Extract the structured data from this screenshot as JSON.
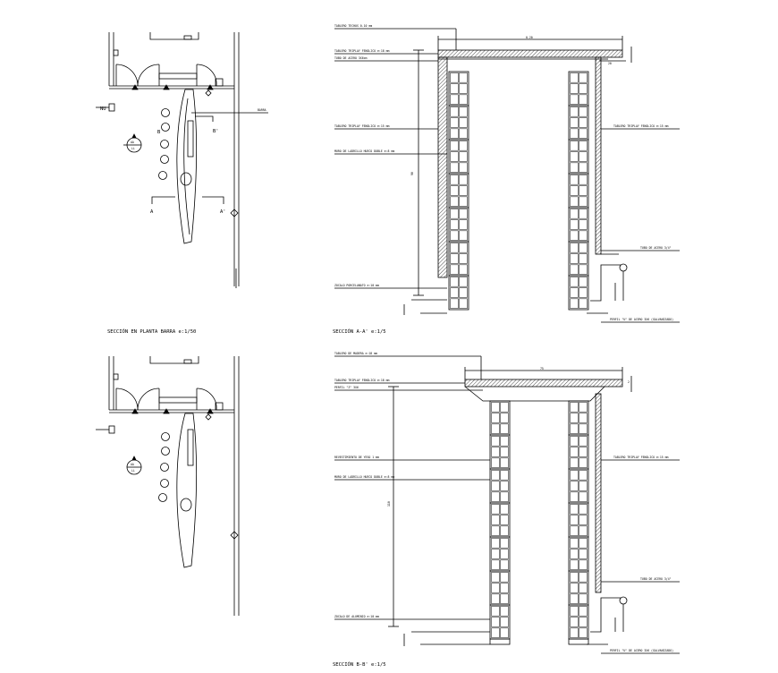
{
  "colors": {
    "line": "#000000",
    "background": "#ffffff",
    "hatch": "#222222"
  },
  "plan_top": {
    "title": "SECCIÓN EN PLANTA BARRA  e:1/50",
    "label_nu": "NU",
    "section_marks": {
      "b": "B",
      "b_prime": "B'",
      "a": "A",
      "a_prime": "A'"
    },
    "callout_number": "AA",
    "callout_sheet": "LL",
    "right_label": "BARRA"
  },
  "plan_bottom": {
    "callout_number": "AA",
    "callout_sheet": "LL"
  },
  "section_aa": {
    "title": "SECCIÓN A-A'  e:1/5",
    "width_dim": "0.20",
    "height_dim": "90",
    "left_notes": [
      "TABLERO TECHOS 0.10 mm",
      "TABLERO TRIPLAY FENOLICO e:18 mm",
      "TUBO DE ACERO 3X6cm",
      "TABLERO TRIPLAY FENOLICO e:15 mm",
      "MURO DE LADRILLO HUECO DOBLE e:8 mm",
      "ZOCALO PORCELANATO e:10 mm"
    ],
    "right_notes": [
      "TABLERO TRIPLAY FENOLICO e:15 mm",
      "TUBO DE ACERO 3/4\"",
      "PERFIL \"U\" DE ACERO 3X6 (GALVANIZADO)"
    ],
    "side_dim": "20"
  },
  "section_bb": {
    "title": "SECCIÓN B-B'  e:1/5",
    "width_dim": "75",
    "height_dim": "110",
    "left_notes": [
      "TABLERO DE MADERA e:18 mm",
      "TABLERO TRIPLAY FENOLICO e:18 mm",
      "PERFIL \"Z\" 3X6",
      "REVESTIMIENTO DE YESO 1 mm",
      "MURO DE LADRILLO HUECO DOBLE e:8 mm",
      "ZOCALO DE ALUMINIO e:10 mm"
    ],
    "right_notes": [
      "TABLERO TRIPLAY FENOLICO e:15 mm",
      "TUBO DE ACERO 3/4\"",
      "PERFIL \"U\" DE ACERO 3X6 (GALVANIZADO)"
    ],
    "top_dim": "2"
  }
}
